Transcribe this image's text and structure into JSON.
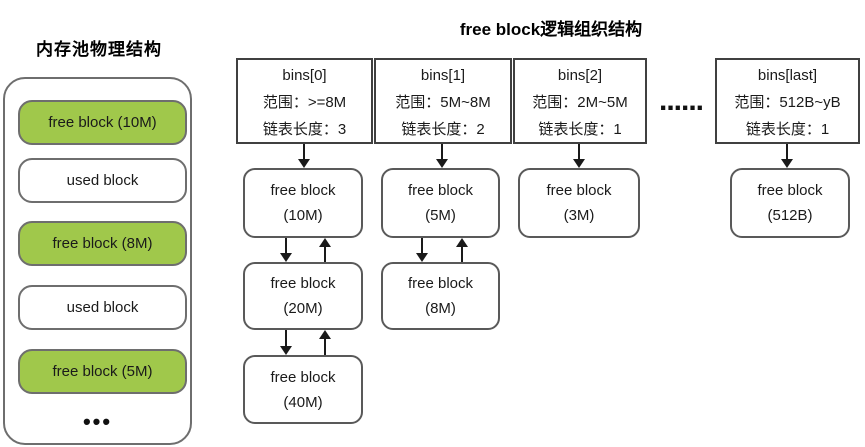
{
  "titles": {
    "left": "内存池物理结构",
    "right": "free block逻辑组织结构"
  },
  "memory_pool": {
    "blocks": [
      {
        "label": "free block (10M)",
        "type": "free"
      },
      {
        "label": "used block",
        "type": "used"
      },
      {
        "label": "free block (8M)",
        "type": "free"
      },
      {
        "label": "used block",
        "type": "used"
      },
      {
        "label": "free block (5M)",
        "type": "free"
      }
    ],
    "ellipsis": "•••"
  },
  "bins_ellipsis": "......",
  "bins": [
    {
      "name": "bins[0]",
      "range": "范围：>=8M",
      "list_len": "链表长度：3",
      "chain": [
        {
          "line1": "free block",
          "line2": "(10M)"
        },
        {
          "line1": "free block",
          "line2": "(20M)"
        },
        {
          "line1": "free block",
          "line2": "(40M)"
        }
      ]
    },
    {
      "name": "bins[1]",
      "range": "范围：5M~8M",
      "list_len": "链表长度：2",
      "chain": [
        {
          "line1": "free block",
          "line2": "(5M)"
        },
        {
          "line1": "free block",
          "line2": "(8M)"
        }
      ]
    },
    {
      "name": "bins[2]",
      "range": "范围：2M~5M",
      "list_len": "链表长度：1",
      "chain": [
        {
          "line1": "free block",
          "line2": "(3M)"
        }
      ]
    },
    {
      "name": "bins[last]",
      "range": "范围：512B~yB",
      "list_len": "链表长度：1",
      "chain": [
        {
          "line1": "free block",
          "line2": "(512B)"
        }
      ]
    }
  ],
  "colors": {
    "free_block_fill": "#a0c84b",
    "used_block_fill": "#ffffff",
    "border_gray": "#595959",
    "text": "#1a1a1a"
  }
}
